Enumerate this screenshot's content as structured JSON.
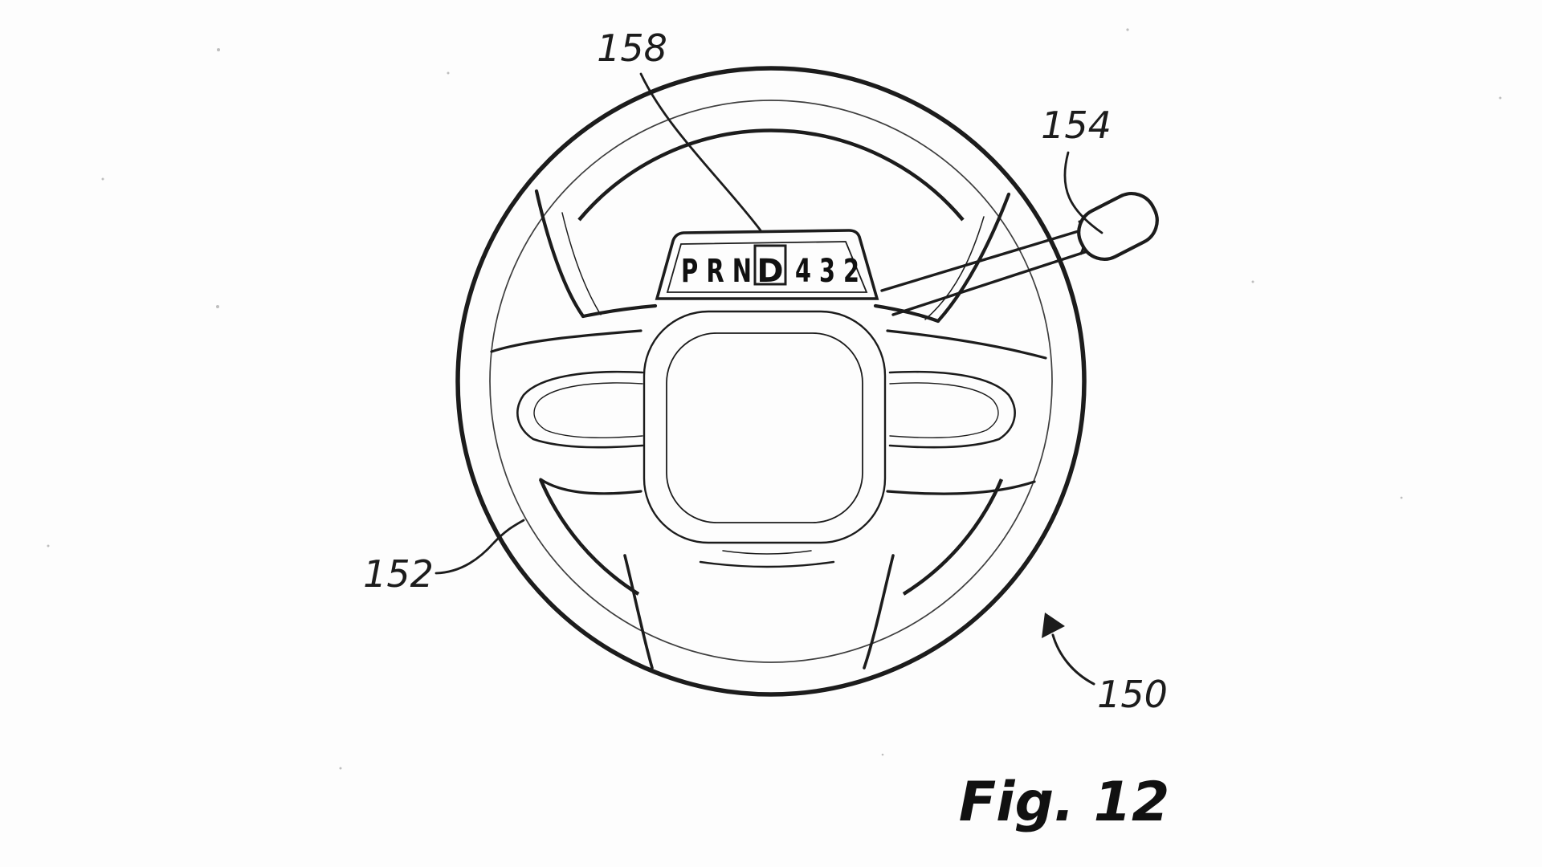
{
  "figure": {
    "caption": "Fig. 12",
    "background": "#fdfdfd",
    "ink_color": "#1c1c1c",
    "reference_labels": {
      "gear_indicator": "158",
      "stalk": "154",
      "rim": "152",
      "assembly": "150"
    },
    "gear_indicator": {
      "before_selected": "P R N",
      "selected": "D",
      "after_selected": "4 3 2"
    }
  }
}
